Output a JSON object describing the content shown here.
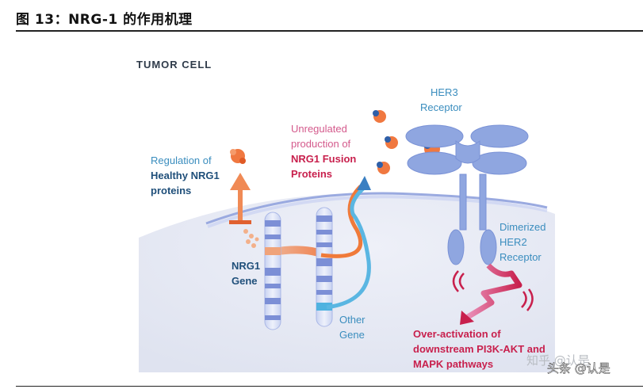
{
  "header": {
    "title": "图 13：NRG-1 的作用机理"
  },
  "diagram": {
    "tumor_cell_label": "TUMOR CELL",
    "regulation": {
      "line1": "Regulation of",
      "line2": "Healthy NRG1",
      "line3": "proteins"
    },
    "unregulated": {
      "line1": "Unregulated",
      "line2": "production of",
      "line3": "NRG1 Fusion",
      "line4": "Proteins"
    },
    "her3": {
      "line1": "HER3",
      "line2": "Receptor"
    },
    "her2": {
      "line1": "Dimerized",
      "line2": "HER2",
      "line3": "Receptor"
    },
    "nrg1_gene": {
      "line1": "NRG1",
      "line2": "Gene"
    },
    "other_gene": {
      "line1": "Other",
      "line2": "Gene"
    },
    "overactivation": {
      "line1": "Over-activation of",
      "line2": "downstream PI3K-AKT and",
      "line3": "MAPK pathways"
    }
  },
  "watermark": {
    "text1": "知乎 @认是",
    "text2": "头条 @认是"
  },
  "colors": {
    "accent_orange": "#f0824a",
    "accent_blue": "#3a8dbe",
    "accent_red": "#c8204d",
    "receptor": "#8fa6e0"
  }
}
